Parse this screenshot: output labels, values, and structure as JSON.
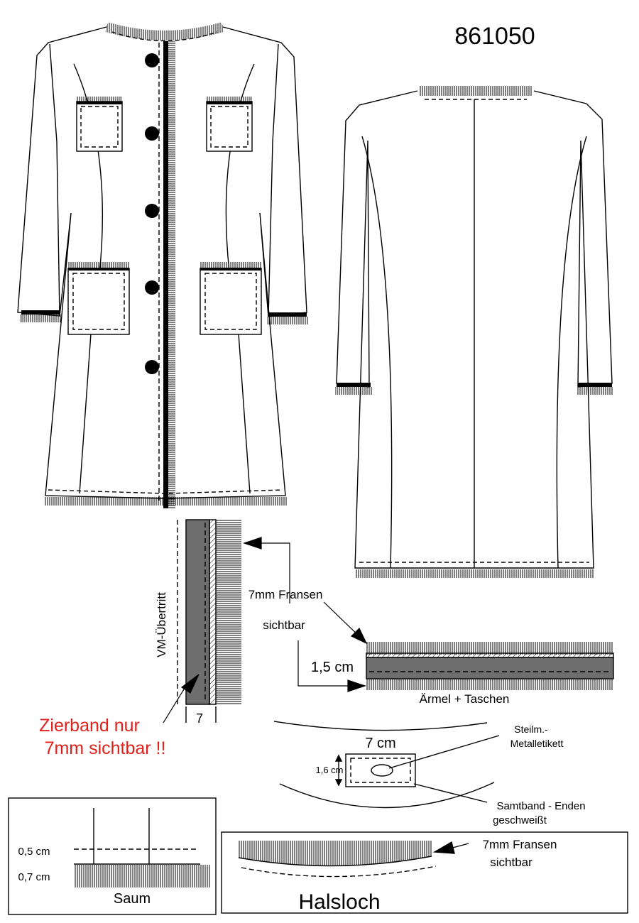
{
  "style_number": "861050",
  "labels": {
    "vm_uebertritt": "VM-Übertritt",
    "fransen_7mm": "7mm Fransen",
    "sichtbar": "sichtbar",
    "width_1_5": "1,5 cm",
    "aermel_taschen": "Ärmel + Taschen",
    "dim_7": "7",
    "zierband_line1": "Zierband nur",
    "zierband_line2": "7mm sichtbar !!",
    "dim_7cm": "7 cm",
    "dim_1_6": "1,6 cm",
    "steilm_line1": "Steilm.-",
    "steilm_line2": "Metalletikett",
    "samtband_line1": "Samtband - Enden",
    "samtband_line2": "geschweißt",
    "saum_05": "0,5 cm",
    "saum_07": "0,7 cm",
    "saum": "Saum",
    "halsloch_fransen": "7mm Fransen",
    "halsloch_sichtbar": "sichtbar",
    "halsloch": "Halsloch"
  },
  "colors": {
    "line": "#000000",
    "tape_fill": "#6e6e6e",
    "warning_red": "#e0201b"
  }
}
